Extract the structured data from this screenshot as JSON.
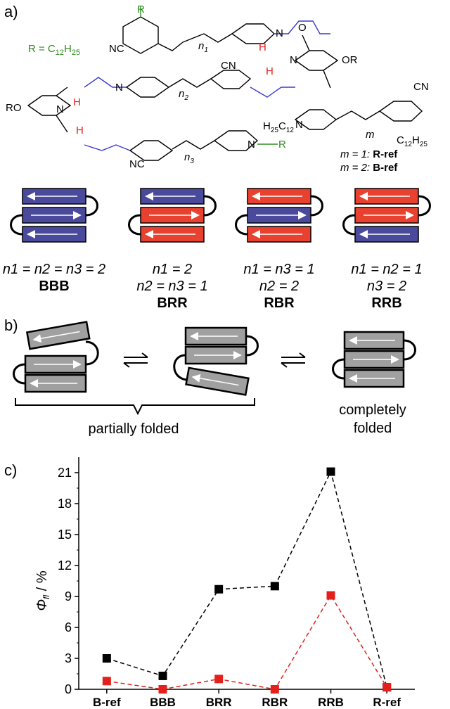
{
  "panel_a": {
    "label": "a)",
    "r_def": "R = C",
    "r_def_sub": "12",
    "r_def_sub2": "H",
    "r_def_sub3": "25",
    "ref_m1": "m = 1: ",
    "ref_m1_name": "R-ref",
    "ref_m2": "m = 2: ",
    "ref_m2_name": "B-ref",
    "atoms": {
      "R": "R",
      "N": "N",
      "O": "O",
      "H": "H",
      "CN": "CN",
      "NC": "NC",
      "OR": "OR",
      "RO": "RO",
      "n1": "n",
      "n1s": "1",
      "n2": "n",
      "n2s": "2",
      "n3": "n",
      "n3s": "3",
      "m": "m",
      "H25C12": "H",
      "H25C12s1": "25",
      "H25C12b": "C",
      "H25C12s2": "12",
      "C12H25": "C",
      "C12H25s1": "12",
      "C12H25b": "H",
      "C12H25s2": "25",
      "NR": "N–R"
    },
    "stacks": [
      {
        "colors": [
          "blue",
          "blue",
          "blue"
        ],
        "line1": "n1 = n2 = n3 = 2",
        "line2": "",
        "name": "BBB"
      },
      {
        "colors": [
          "blue",
          "red",
          "red"
        ],
        "line1": "n1 = 2",
        "line2": "n2 = n3 = 1",
        "name": "BRR"
      },
      {
        "colors": [
          "red",
          "blue",
          "red"
        ],
        "line1": "n1 = n3 = 1",
        "line2": "n2 = 2",
        "name": "RBR"
      },
      {
        "colors": [
          "red",
          "red",
          "blue"
        ],
        "line1": "n1 = n2 = 1",
        "line2": "n3 = 2",
        "name": "RRB"
      }
    ]
  },
  "panel_b": {
    "label": "b)",
    "partially": "partially folded",
    "completely_1": "completely",
    "completely_2": "folded"
  },
  "colors": {
    "blue": "#4a4a9c",
    "red": "#e8412f",
    "gray": "#a0a0a0",
    "green": "#2e8b1e",
    "bond_blue": "#3a3ad0",
    "series_black": "#000000",
    "series_red": "#e3201b"
  },
  "chart_data": {
    "label": "c)",
    "type": "line",
    "categories": [
      "B-ref",
      "BBB",
      "BRR",
      "RBR",
      "RRB",
      "R-ref"
    ],
    "ylabel_sym": "Φ",
    "ylabel_sub": "fl",
    "ylabel_unit": " / %",
    "yticks": [
      "0",
      "3",
      "6",
      "9",
      "12",
      "15",
      "18",
      "21"
    ],
    "ylim": [
      0,
      22.5
    ],
    "grid": false,
    "series": [
      {
        "color": "#000000",
        "values": [
          3.0,
          1.3,
          9.7,
          10.0,
          21.1,
          0.2
        ]
      },
      {
        "color": "#e3201b",
        "values": [
          0.8,
          0.0,
          1.0,
          0.0,
          9.1,
          0.2
        ]
      }
    ]
  }
}
